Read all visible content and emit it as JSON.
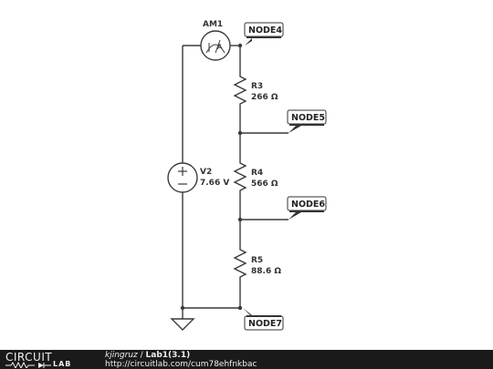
{
  "components": {
    "ammeter": {
      "name": "AM1",
      "symbol": "A",
      "icon": "ammeter-icon"
    },
    "source": {
      "name": "V2",
      "value": "7.66 V",
      "icon": "dc-voltage-source-icon"
    },
    "r3": {
      "name": "R3",
      "value": "266 Ω",
      "icon": "resistor-icon"
    },
    "r4": {
      "name": "R4",
      "value": "566 Ω",
      "icon": "resistor-icon"
    },
    "r5": {
      "name": "R5",
      "value": "88.6 Ω",
      "icon": "resistor-icon"
    },
    "ground": {
      "icon": "ground-icon"
    }
  },
  "nodes": {
    "node4": "NODE4",
    "node5": "NODE5",
    "node6": "NODE6",
    "node7": "NODE7"
  },
  "footer": {
    "logo_top": "CIRCUIT",
    "logo_bottom": "LAB",
    "author": "kjingruz",
    "separator": " / ",
    "title": "Lab1(3.1)",
    "url": "http://circuitlab.com/cum78ehfnkbac"
  },
  "colors": {
    "wire": "#3a3a3a",
    "footer_bg": "#1a1a1a",
    "tag_border": "#333333"
  }
}
